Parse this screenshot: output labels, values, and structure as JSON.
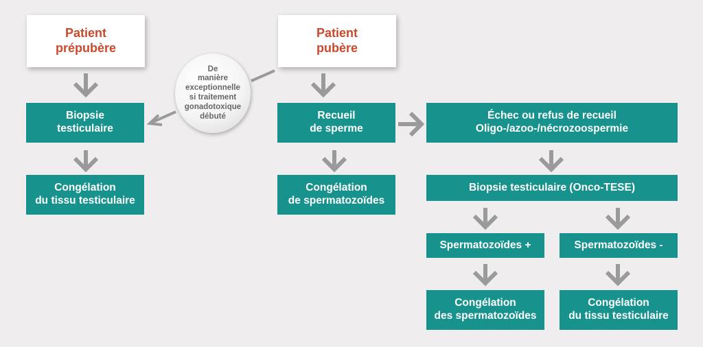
{
  "colors": {
    "background": "#efedee",
    "teal_box": "#17928d",
    "start_box_text": "#c94a2c",
    "arrow": "#9a9a9a",
    "bubble_text": "#666666"
  },
  "left_branch": {
    "start": "Patient\nprépubère",
    "biopsy": "Biopsie\ntesticulaire",
    "freeze": "Congélation\ndu tissu testiculaire"
  },
  "bubble": {
    "text": "De\nmanière\nexceptionnelle\nsi traitement\ngonadotoxique\ndébuté"
  },
  "middle_branch": {
    "start": "Patient\npubère",
    "collect": "Recueil\nde sperme",
    "freeze": "Congélation\nde spermatozoïdes"
  },
  "right_branch": {
    "failure": "Échec ou refus de recueil\nOligo-/azoo-/nécrozoospermie",
    "biopsy": "Biopsie testiculaire (Onco-TESE)",
    "positive": "Spermatozoïdes +",
    "negative": "Spermatozoïdes -",
    "freeze_positive": "Congélation\ndes spermatozoïdes",
    "freeze_negative": "Congélation\ndu tissu testiculaire"
  }
}
